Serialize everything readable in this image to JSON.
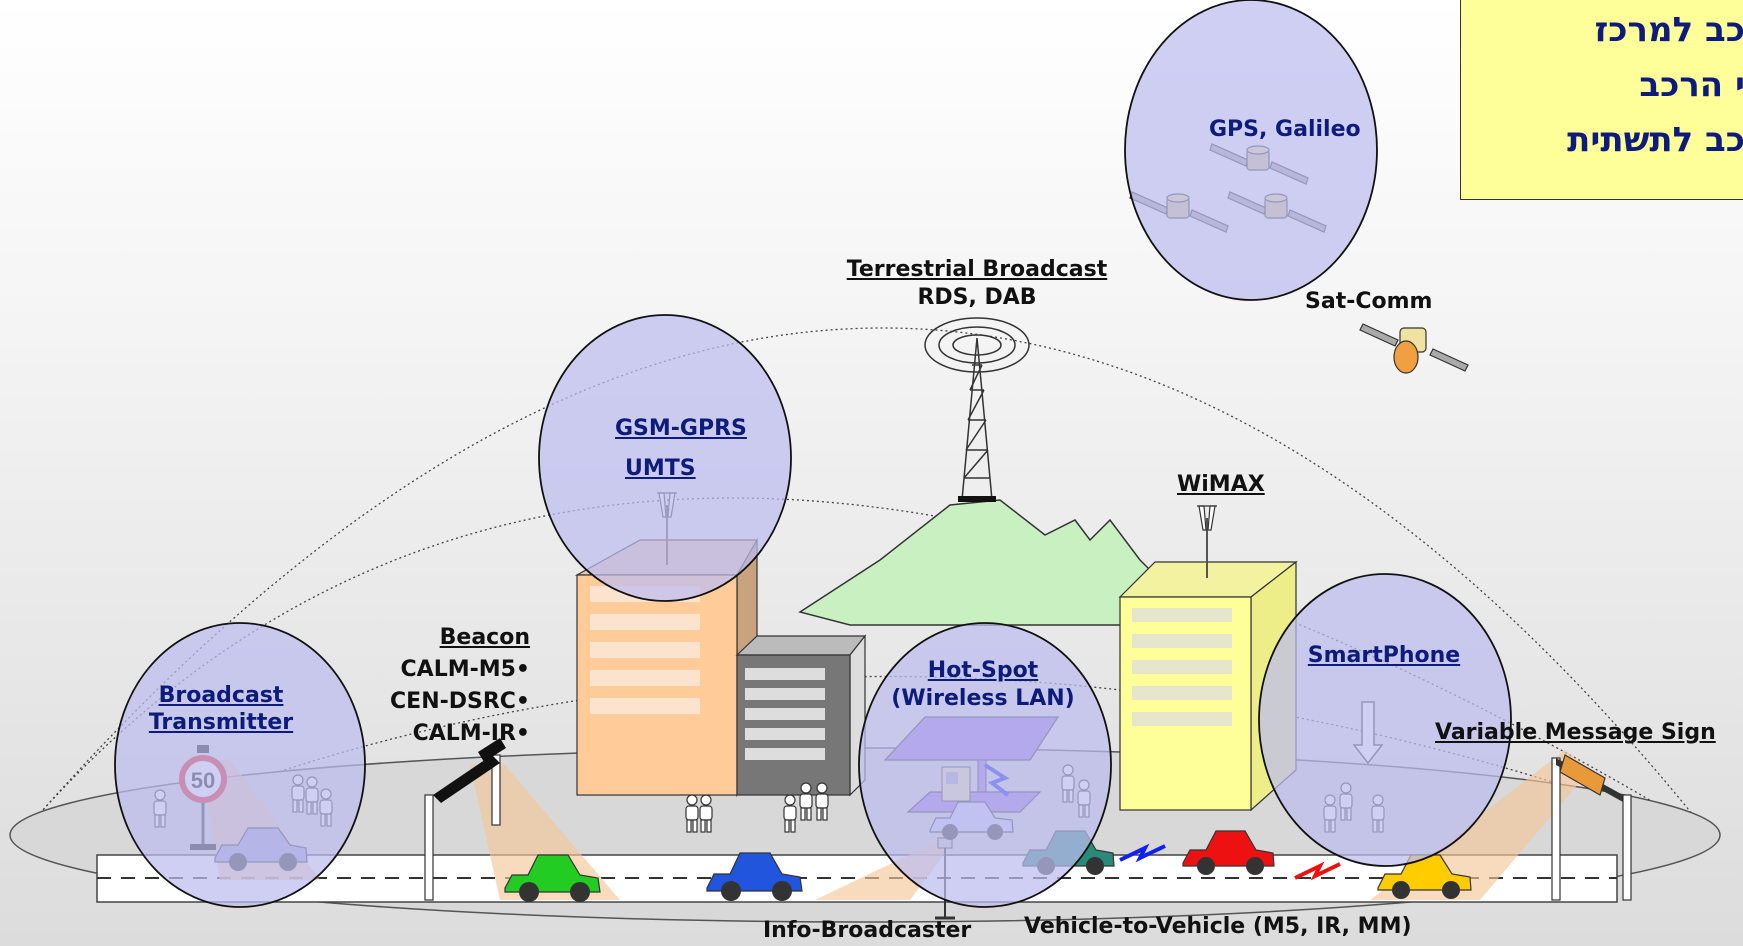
{
  "labels": {
    "broadcast_transmitter_1": "Broadcast",
    "broadcast_transmitter_2": "Transmitter",
    "beacon_title": "Beacon",
    "beacon_items": [
      "CALM-M5•",
      "CEN-DSRC•",
      "CALM-IR•"
    ],
    "gsm": "GSM-GPRS",
    "umts": "UMTS",
    "terrestrial_1": "Terrestrial Broadcast",
    "terrestrial_2": "RDS, DAB",
    "gps": "GPS, Galileo",
    "sat_comm": "Sat-Comm",
    "wimax": "WiMAX",
    "hotspot_1": "Hot-Spot",
    "hotspot_2": "(Wireless LAN)",
    "smartphone": "SmartPhone",
    "vms": "Variable Message Sign",
    "info_broadcaster": "Info-Broadcaster",
    "v2v": "Vehicle-to-Vehicle (M5, IR, MM)",
    "speed_sign": "50"
  },
  "hebrew_box": {
    "lines": [
      "כב למרכז",
      "י הרכב",
      "כב לתשתית"
    ]
  },
  "colors": {
    "bubble_fill": "#bcbcf0",
    "hebrew_box_bg": "#ffff99",
    "car_green": "#22cc22",
    "car_blue": "#2255dd",
    "car_teal": "#2a8a78",
    "car_red": "#ee1111",
    "car_yellow": "#ffcc00",
    "hill": "#c8f0c0",
    "building_orange": "#ffcc99",
    "building_yellow": "#ffff99",
    "building_gray": "#777777"
  }
}
